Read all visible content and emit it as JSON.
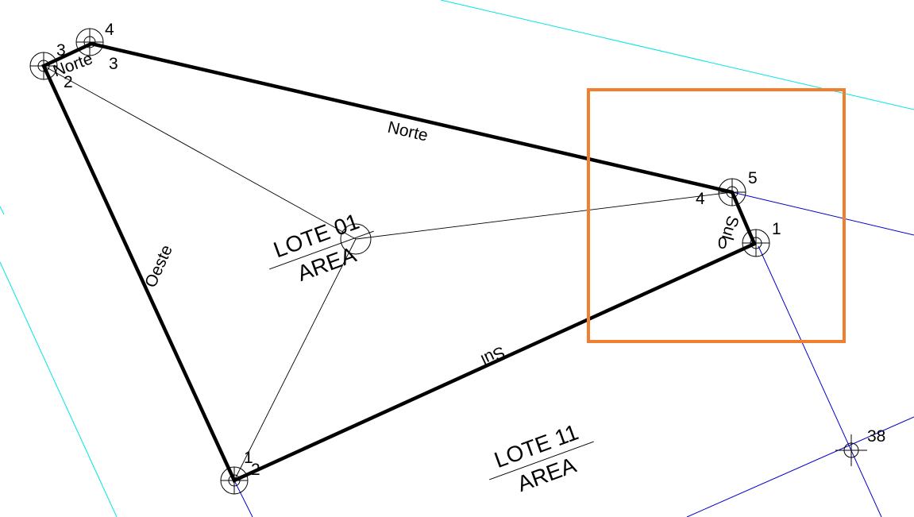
{
  "colors": {
    "background": "#ffffff",
    "boundary": "#000000",
    "cyan_line": "#00e5e5",
    "blue_line": "#0000cc",
    "highlight_box": "#f08030"
  },
  "lot_01": {
    "name": "LOTE 01",
    "area": "AREA"
  },
  "lot_11": {
    "name": "LOTE 11",
    "area": "AREA"
  },
  "edge_labels": {
    "norte": "Norte",
    "norte_small": "Norte",
    "oeste": "Oeste",
    "sul_bottom": "Sul",
    "sul_right": "Sul"
  },
  "vertex_labels": {
    "v_top_left_a": "3",
    "v_top_left_b": "2",
    "v_top_a": "4",
    "v_top_b": "3",
    "v_right_top_a": "5",
    "v_right_top_b": "4",
    "v_right_bottom_a": "1",
    "v_right_bottom_b": "0",
    "v_bottom_a": "1",
    "v_bottom_b": "2",
    "v_far_right": "38"
  },
  "icons": {
    "survey_marker": "target-crosshair-icon",
    "survey_point": "crosshair-icon"
  }
}
